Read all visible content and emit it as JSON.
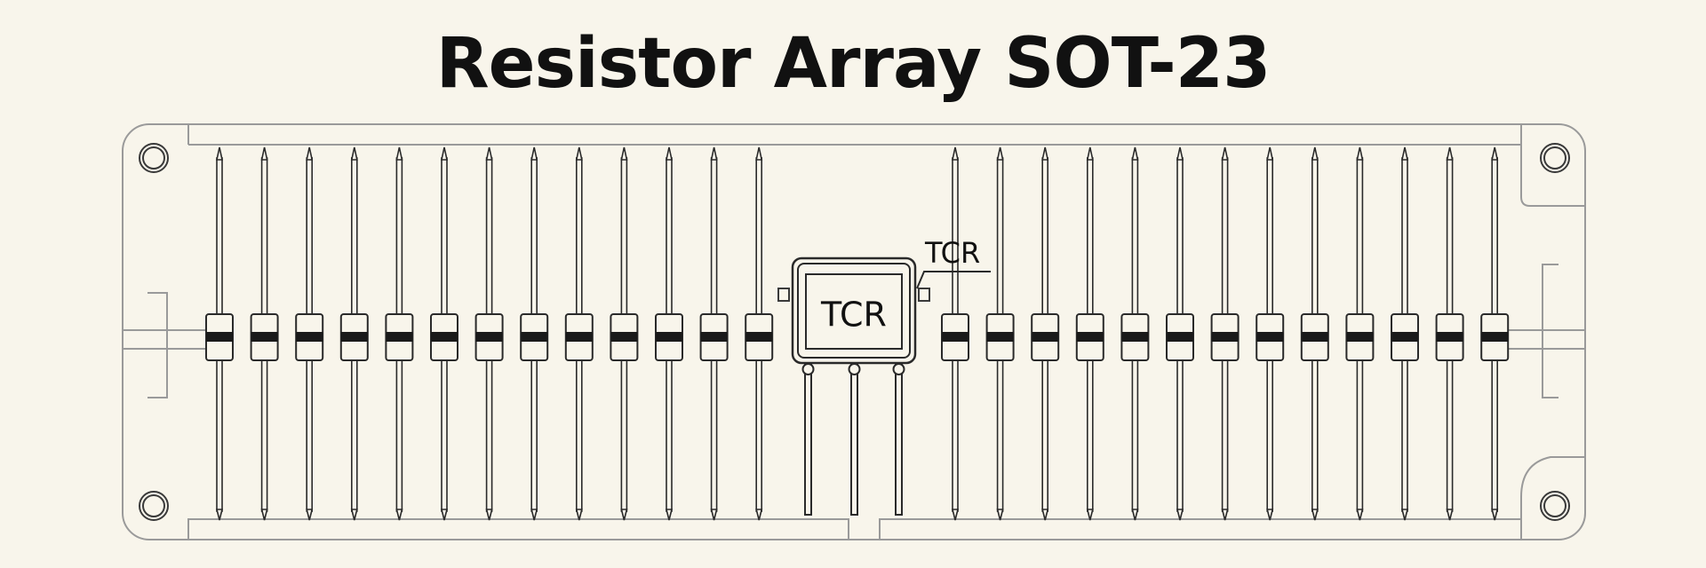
{
  "title": "Resistor Array SOT-23",
  "chip": {
    "label": "TCR"
  },
  "callout": {
    "label": "TCR"
  },
  "resistors": {
    "left_count": 13,
    "right_count": 13
  },
  "colors": {
    "background": "#f8f5eb",
    "ink": "#111111",
    "line": "#3a3a3a",
    "outline": "#9a9a9a",
    "band": "#1a1a1a"
  }
}
